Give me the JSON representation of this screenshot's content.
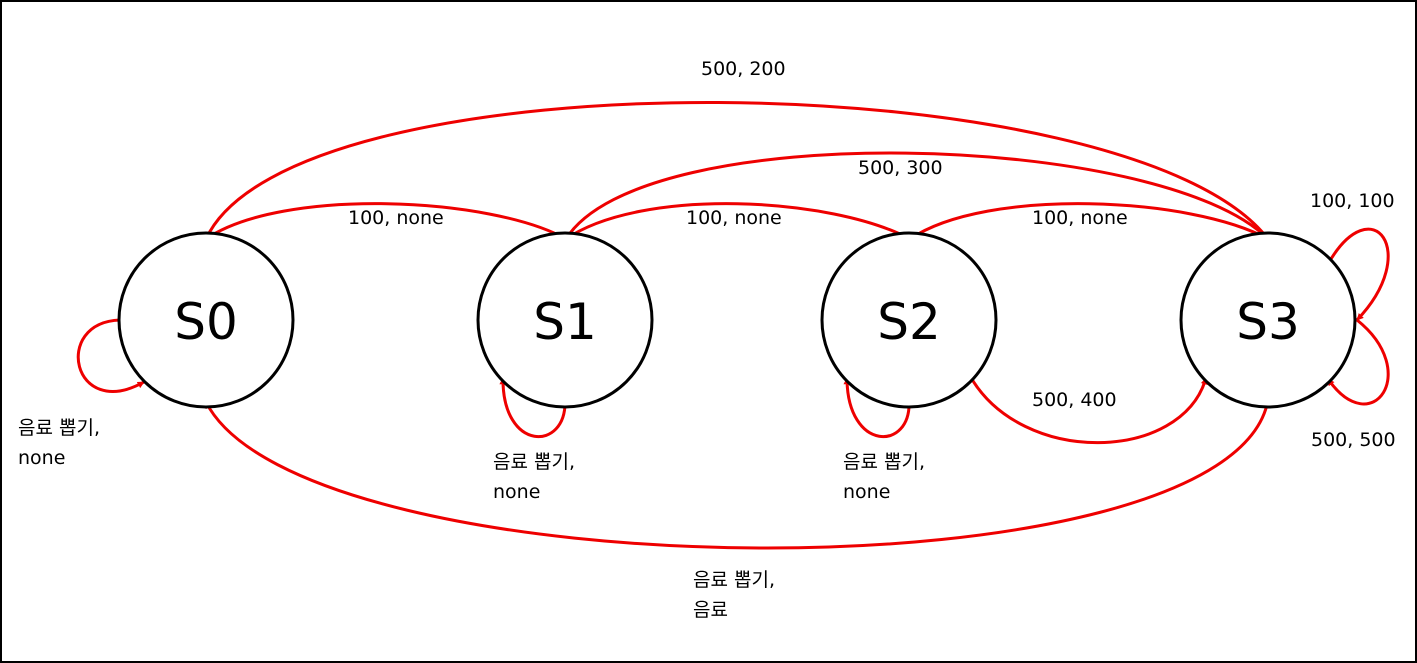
{
  "colors": {
    "edge": "#ee0000",
    "state_stroke": "#000000",
    "text": "#000000",
    "background": "#ffffff"
  },
  "states": {
    "s0": "S0",
    "s1": "S1",
    "s2": "S2",
    "s3": "S3"
  },
  "transitions": {
    "s0_s1": "100, none",
    "s1_s2": "100, none",
    "s2_s3": "100, none",
    "s0_s3": "500, 200",
    "s1_s3": "500, 300",
    "s2_s3_lower": "500, 400",
    "s3_self_top": "100, 100",
    "s3_self_bottom": "500, 500",
    "s3_s0": {
      "line1": "음료 뽑기,",
      "line2": "음료"
    },
    "s0_self": {
      "line1": "음료 뽑기,",
      "line2": "none"
    },
    "s1_self": {
      "line1": "음료 뽑기,",
      "line2": "none"
    },
    "s2_self": {
      "line1": "음료 뽑기,",
      "line2": "none"
    }
  }
}
